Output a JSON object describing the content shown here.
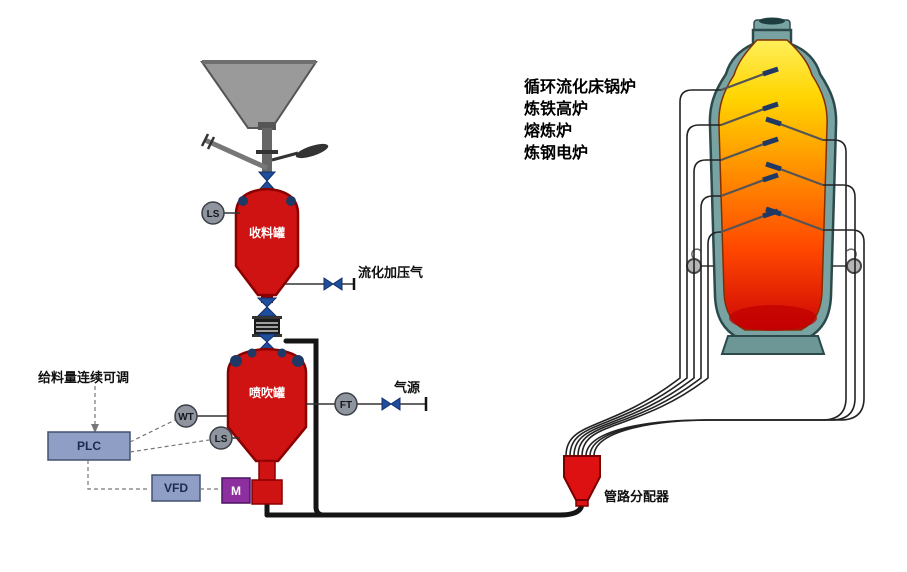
{
  "diagram": {
    "furnace_types": [
      "循环流化床锅炉",
      "炼铁高炉",
      "熔炼炉",
      "炼钢电炉"
    ],
    "vessels": {
      "receiving_tank": "收料罐",
      "injection_tank": "喷吹罐"
    },
    "labels": {
      "fluidization_gas": "流化加压气",
      "gas_source": "气源",
      "feed_adjustable": "给料量连续可调",
      "distributor": "管路分配器"
    },
    "instruments": {
      "level_top": "LS",
      "level_bottom": "LS",
      "weight": "WT",
      "flow": "FT"
    },
    "devices": {
      "plc": "PLC",
      "vfd": "VFD",
      "motor": "M"
    },
    "icons": {
      "valve": "navy-bowtie",
      "instrument": "gray-circle",
      "handwheel": "dark-ellipse",
      "hopper": "gray-funnel",
      "distributor": "red-funnel"
    },
    "colors": {
      "vessel_red": "#cf1212",
      "vessel_outline": "#8a0000",
      "hopper_gray": "#9a9a9a",
      "valve_blue": "#1f4e9c",
      "lance_tip_navy": "#1f3864",
      "control_box_blue": "#8f9ec4",
      "motor_purple": "#8d2f9e",
      "furnace_shell": "#79a2a2",
      "flame_top": "#ffef5a",
      "flame_mid": "#ff9000",
      "flame_bottom": "#cf0606",
      "pipe_black": "#151515"
    }
  }
}
